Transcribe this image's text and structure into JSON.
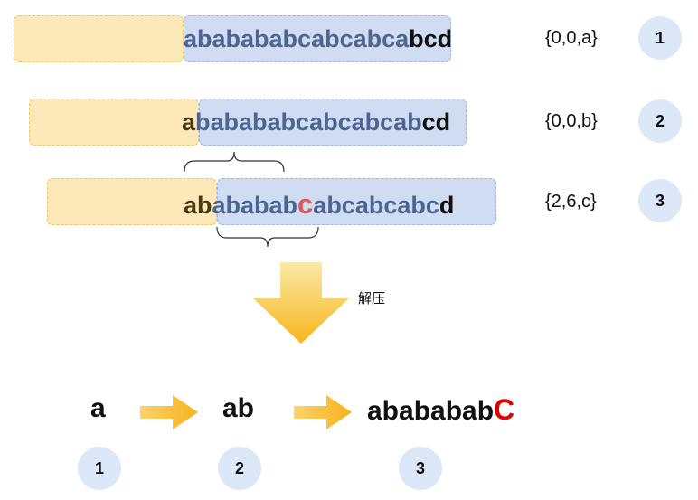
{
  "rows": [
    {
      "id": 1,
      "segments": [
        {
          "text": "abababab",
          "style": "look"
        },
        {
          "text": "cabcabca",
          "style": "look"
        },
        {
          "text": "bcd",
          "style": "plain"
        }
      ],
      "token": "{0,0,a}",
      "badge": "1"
    },
    {
      "id": 2,
      "segments": [
        {
          "text": "a",
          "style": "search"
        },
        {
          "text": "babababcabcabcab",
          "style": "look"
        },
        {
          "text": "cd",
          "style": "plain"
        }
      ],
      "token": "{0,0,b}",
      "badge": "2"
    },
    {
      "id": 3,
      "segments": [
        {
          "text": "ab",
          "style": "search"
        },
        {
          "text": "ababab",
          "style": "look"
        },
        {
          "text": "c",
          "style": "red"
        },
        {
          "text": "abcabcabc",
          "style": "look"
        },
        {
          "text": "d",
          "style": "plain"
        }
      ],
      "token": "{2,6,c}",
      "badge": "3"
    }
  ],
  "decompress_label": "解压",
  "results": [
    {
      "text": "a",
      "badge": "1"
    },
    {
      "text": "ab",
      "badge": "2"
    },
    {
      "text_main": "abababab",
      "text_red": "C",
      "badge": "3"
    }
  ],
  "colors": {
    "search_fill": "#fde9b8",
    "lookahead_fill": "#cfdcf1",
    "search_text": "#4a3b10",
    "lookahead_text": "#4d6590",
    "highlight_red": "#e0565b",
    "result_red": "#e00000",
    "arrow": "#f6b21c",
    "badge": "#dce7f7"
  }
}
